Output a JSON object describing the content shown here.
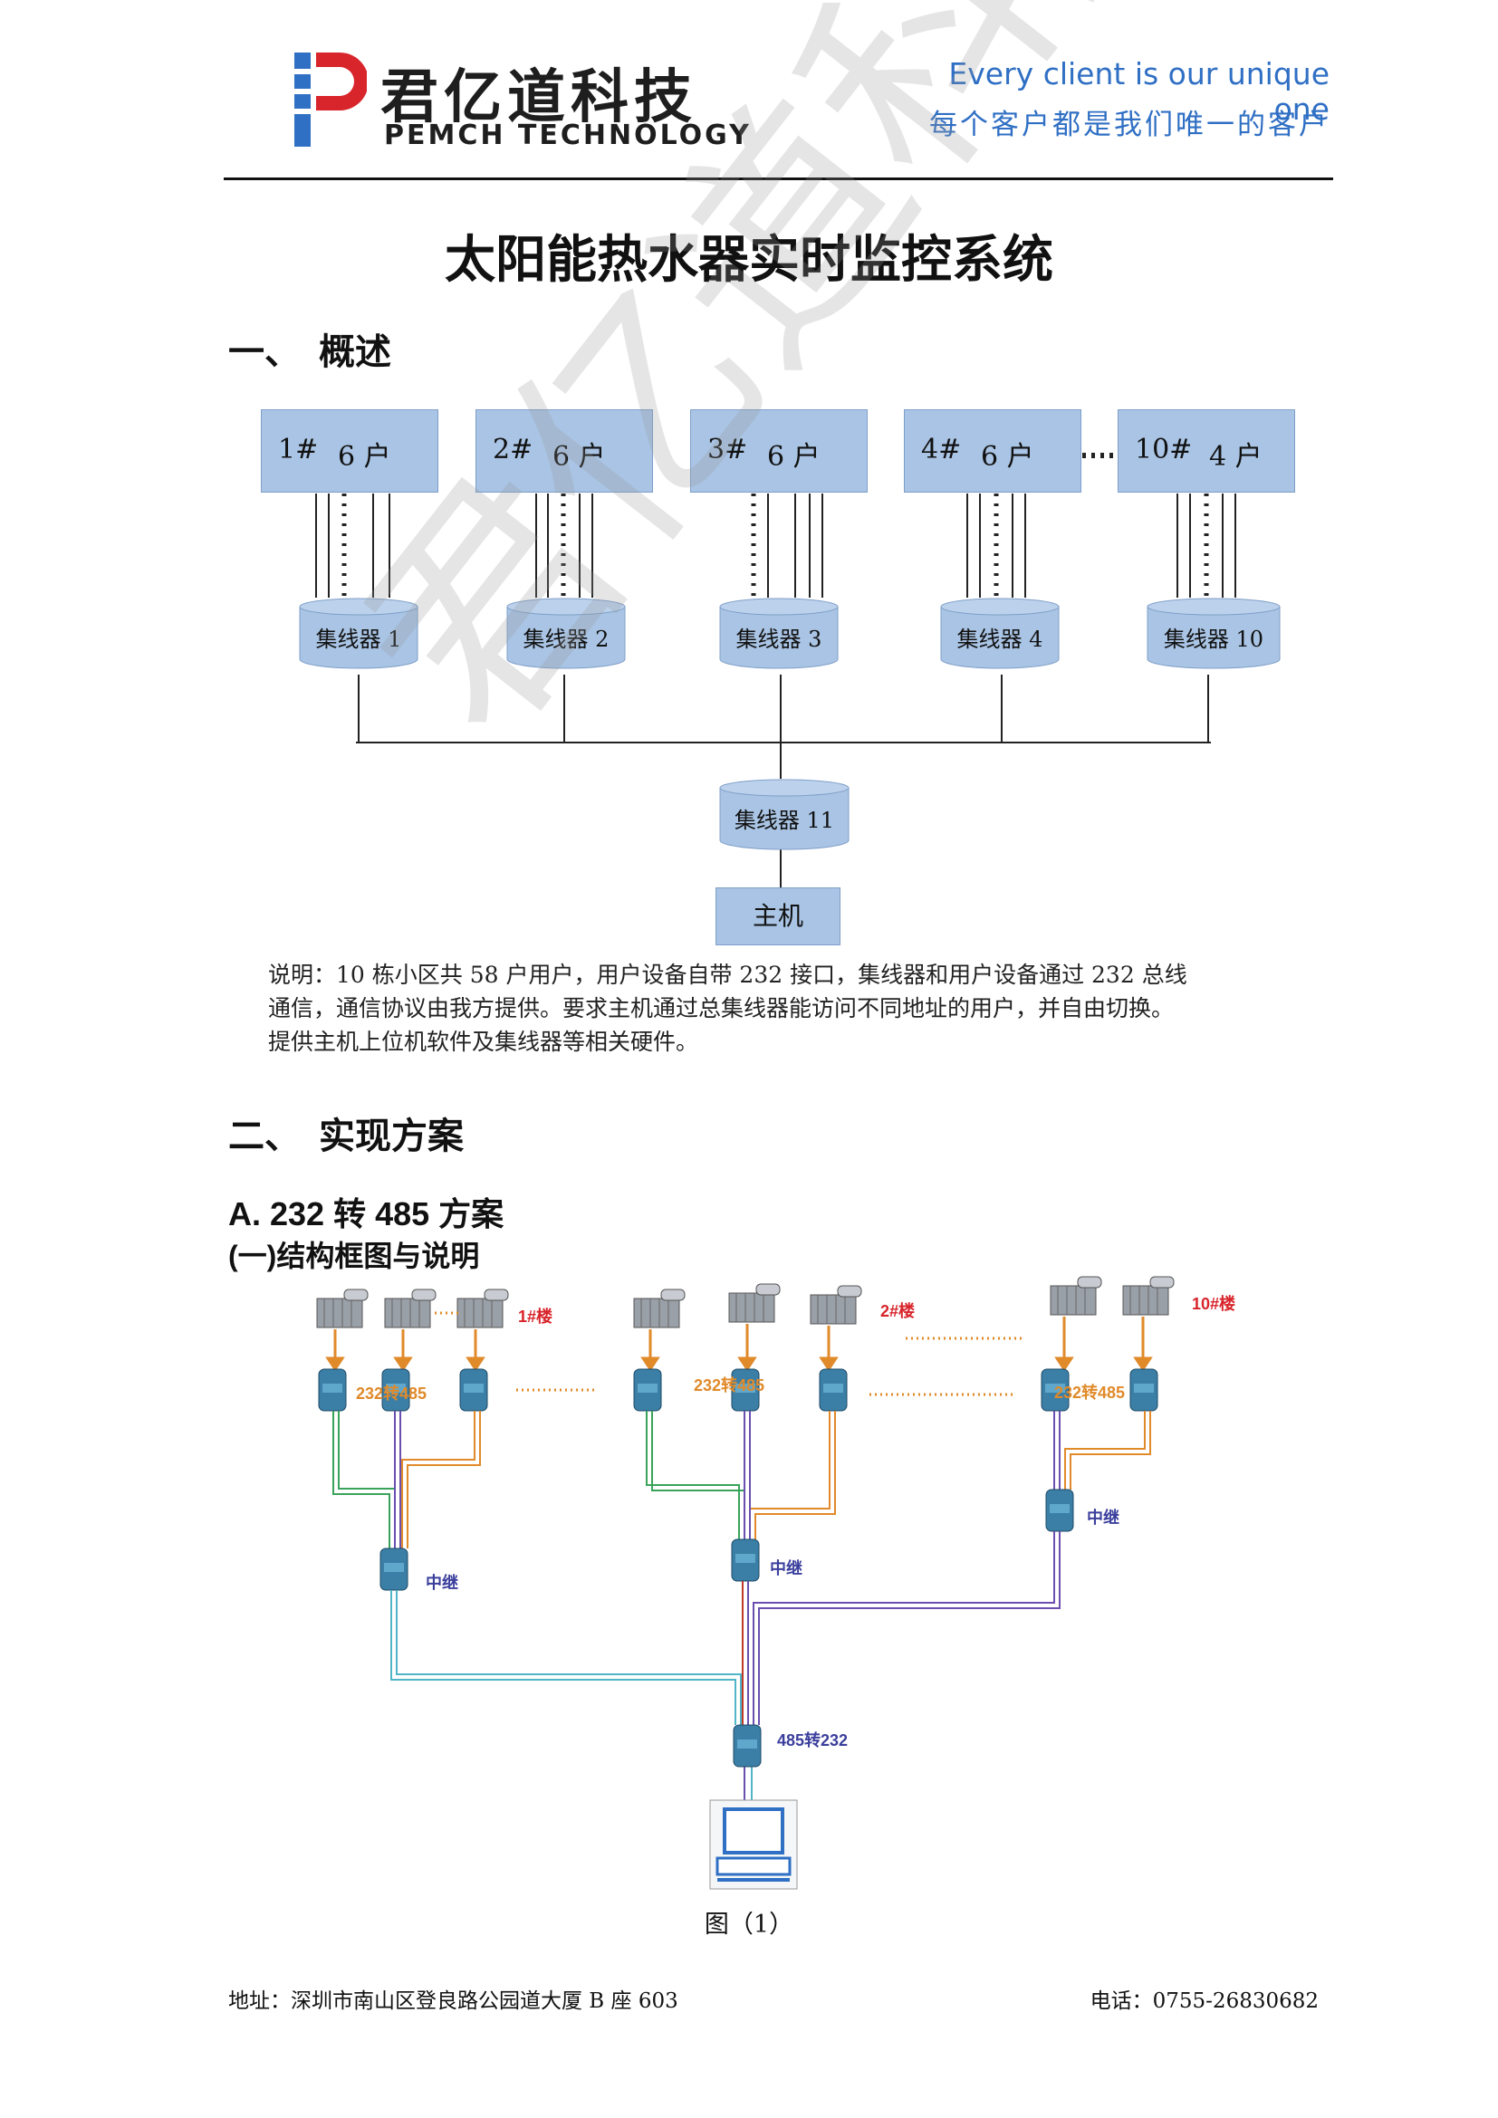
{
  "header": {
    "brand_cn": "君亿道科技",
    "brand_en": "PEMCH TECHNOLOGY",
    "slogan_en": "Every client is our unique one",
    "slogan_cn": "每个客户都是我们唯一的客户"
  },
  "title": "太阳能热水器实时监控系统",
  "section1": {
    "num": "一、",
    "label": "概述"
  },
  "diagram1": {
    "buildings": [
      {
        "num": "1#",
        "households": "6 户"
      },
      {
        "num": "2#",
        "households": "6 户"
      },
      {
        "num": "3#",
        "households": "6 户"
      },
      {
        "num": "4#",
        "households": "6 户"
      },
      {
        "num": "10#",
        "households": "4 户"
      }
    ],
    "hubs": [
      "集线器 1",
      "集线器 2",
      "集线器 3",
      "集线器 4",
      "集线器 10"
    ],
    "main_hub": "集线器 11",
    "host": "主机"
  },
  "note": "说明：10 栋小区共 58 户用户，用户设备自带 232 接口，集线器和用户设备通过 232 总线通信，通信协议由我方提供。要求主机通过总集线器能访问不同地址的用户，并自由切换。提供主机上位机软件及集线器等相关硬件。",
  "section2": {
    "num": "二、",
    "label": "实现方案"
  },
  "subsection_a": "A.  232 转 485 方案",
  "subsection_a1": "(一)结构框图与说明",
  "diagram2": {
    "building_labels": [
      "1#楼",
      "2#楼",
      "10#楼"
    ],
    "converter_label": "232转485",
    "repeater_label": "中继",
    "final_converter_label": "485转232"
  },
  "caption": "图（1）",
  "footer": {
    "address": "地址：深圳市南山区登良路公园道大厦 B 座 603",
    "phone": "电话：0755-26830682"
  },
  "watermark": "君亿道科技",
  "colors": {
    "box_fill": "#a9c4e4",
    "slogan": "#2f6fc4",
    "logo_blue": "#2f6fc4",
    "logo_red": "#d8242b"
  }
}
